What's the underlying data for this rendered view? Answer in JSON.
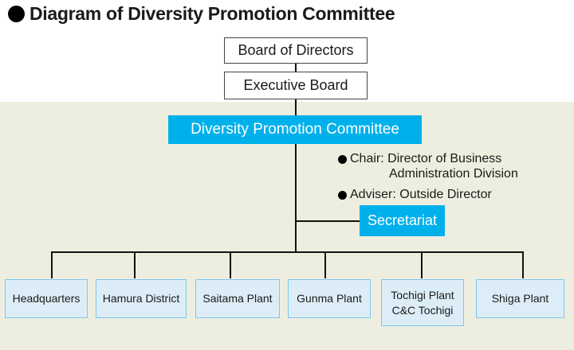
{
  "title": "Diagram of Diversity Promotion Committee",
  "board_of_directors": "Board of Directors",
  "executive_board": "Executive Board",
  "committee": "Diversity Promotion Committee",
  "chair": {
    "label": "Chair:",
    "line1": "Director of Business",
    "line2": "Administration Division"
  },
  "adviser": {
    "label": "Adviser:",
    "value": "Outside Director"
  },
  "secretariat": "Secretariat",
  "units": {
    "headquarters": "Headquarters",
    "hamura": "Hamura District",
    "saitama": "Saitama Plant",
    "gunma": "Gunma Plant",
    "tochigi_line1": "Tochigi Plant",
    "tochigi_line2": "C&C Tochigi",
    "shiga": "Shiga Plant"
  },
  "colors": {
    "accent": "#00b0eb",
    "panel_background": "#eeeee0",
    "unit_background": "#dcedf7"
  }
}
